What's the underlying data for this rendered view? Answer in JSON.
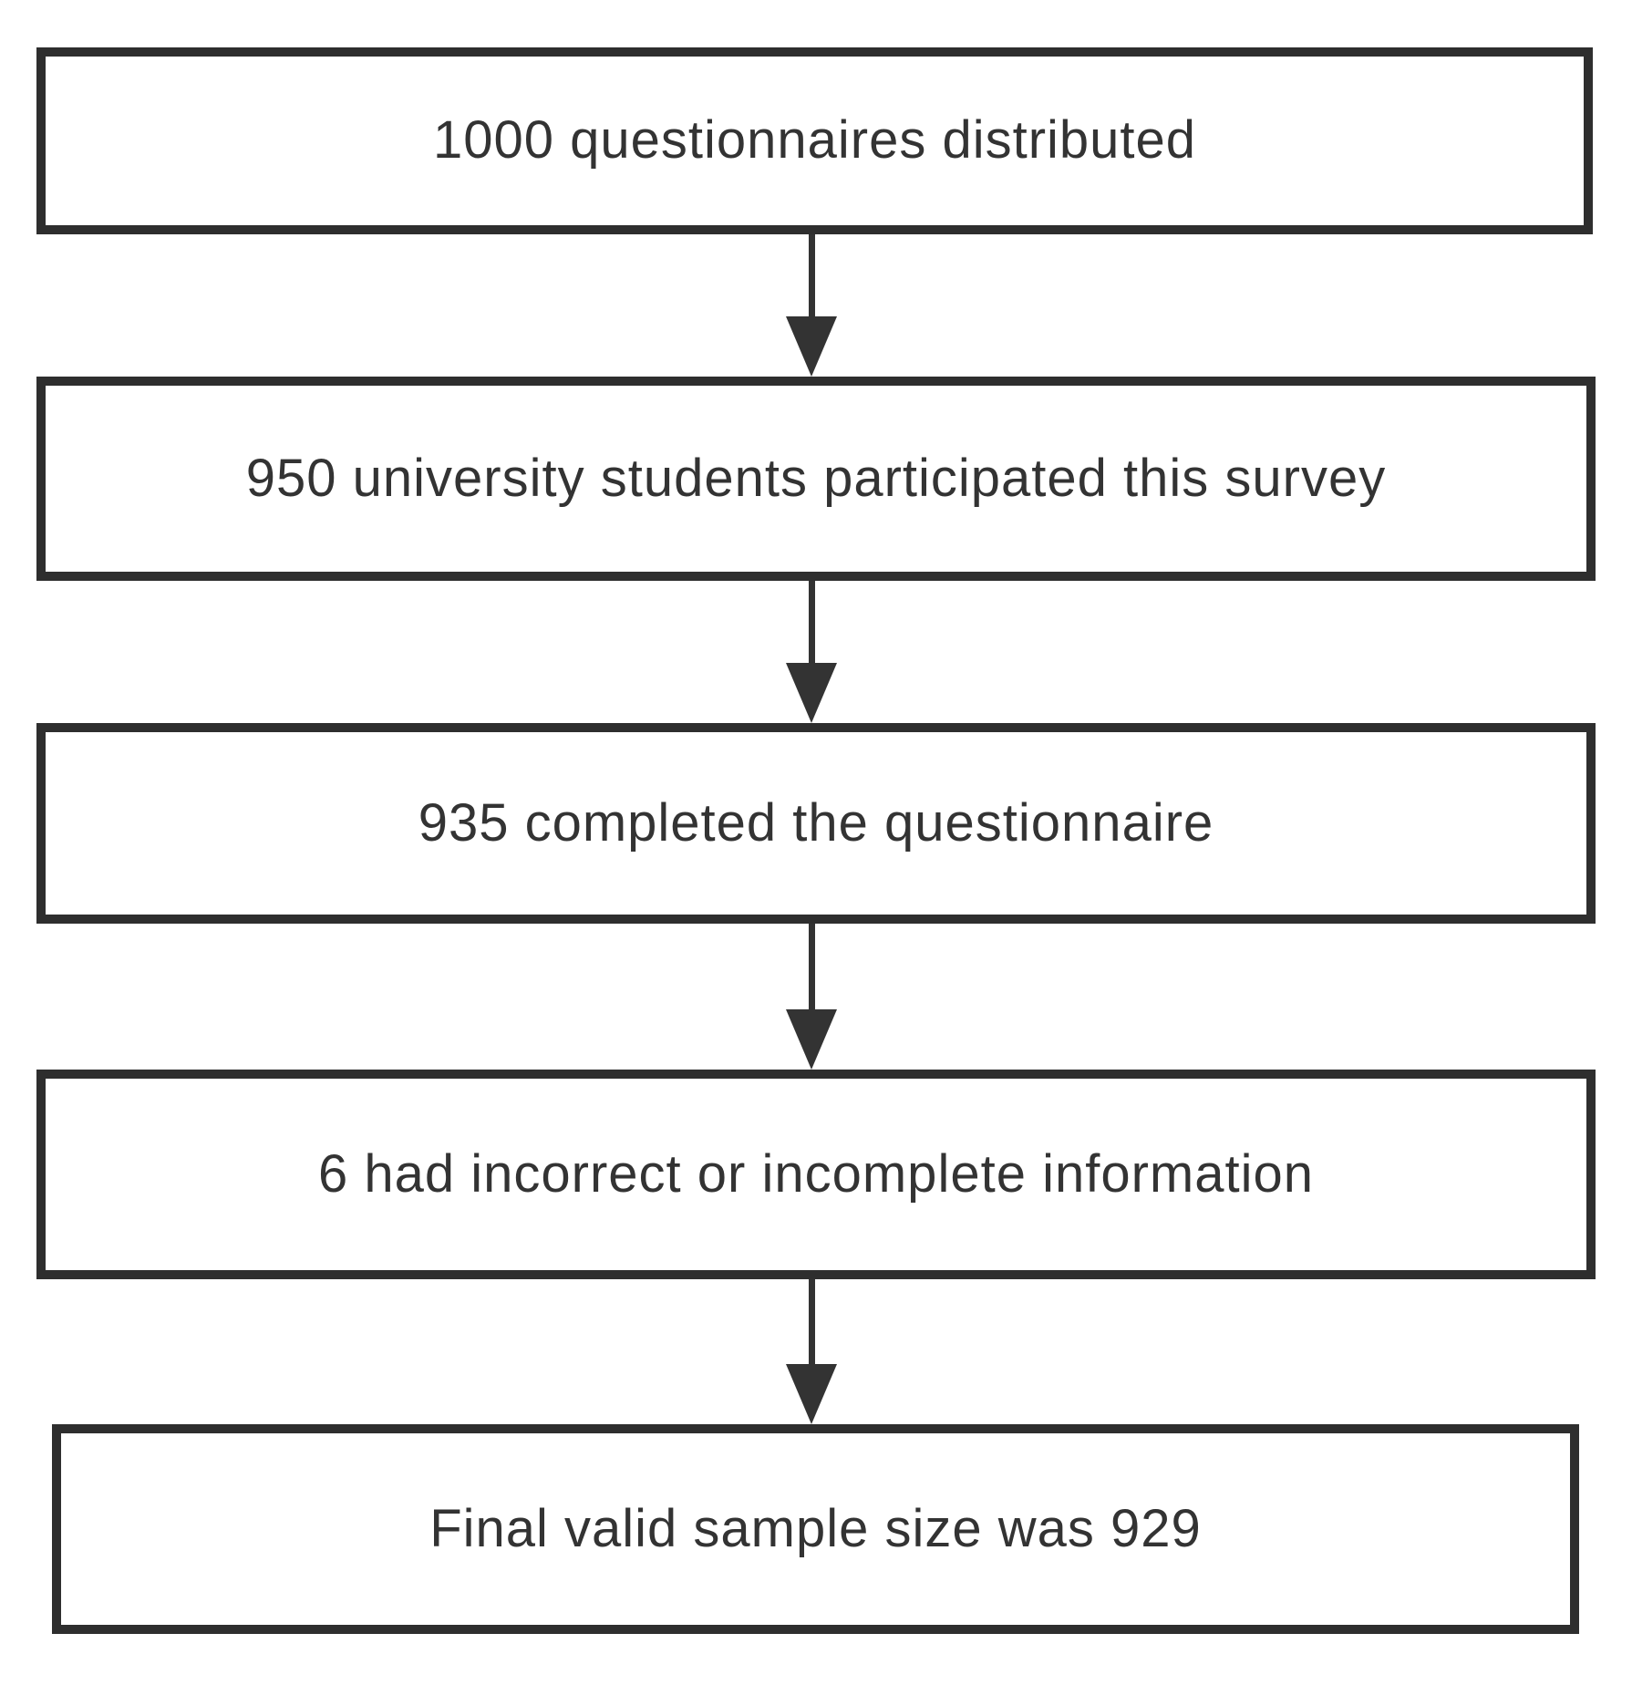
{
  "diagram": {
    "type": "flowchart",
    "direction": "top-down",
    "boxes": [
      {
        "label": "1000 questionnaires distributed"
      },
      {
        "label": "950 university students participated this survey"
      },
      {
        "label": "935 completed the questionnaire"
      },
      {
        "label": "6 had incorrect or incomplete information"
      },
      {
        "label": "Final valid sample size was 929"
      }
    ],
    "connections": [
      {
        "from": 1,
        "to": 2
      },
      {
        "from": 2,
        "to": 3
      },
      {
        "from": 3,
        "to": 4
      },
      {
        "from": 4,
        "to": 5
      }
    ],
    "colors": {
      "border": "#2e2e2e",
      "text": "#333333",
      "arrow": "#333333",
      "background": "#ffffff"
    }
  }
}
